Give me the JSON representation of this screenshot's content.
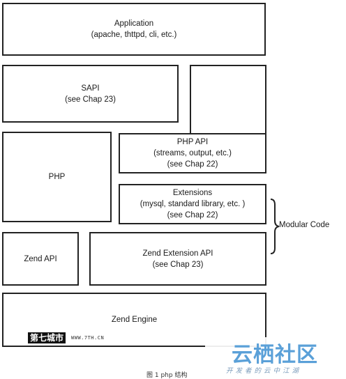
{
  "diagram": {
    "application": {
      "title": "Application",
      "subtitle": "(apache, thttpd, cli, etc.)"
    },
    "sapi": {
      "title": "SAPI",
      "subtitle": "(see Chap 23)"
    },
    "php": {
      "title": "PHP"
    },
    "php_api": {
      "title": "PHP API",
      "line2": "(streams, output, etc.)",
      "line3": "(see Chap 22)"
    },
    "extensions": {
      "title": "Extensions",
      "line2": "(mysql, standard library, etc. )",
      "line3": "(see Chap 22)"
    },
    "zend_api": {
      "title": "Zend API"
    },
    "zend_extension_api": {
      "title": "Zend Extension API",
      "subtitle": "(see Chap 23)"
    },
    "zend_engine": {
      "title": "Zend Engine"
    },
    "modular_code": {
      "label": "Modular Code"
    }
  },
  "watermarks": {
    "left_text": "第七城市",
    "left_url": "WWW.7TH.CN",
    "right_logo": "云栖社区",
    "right_slogan": "开发者的云中江湖"
  },
  "caption": "图 1 php 结构"
}
